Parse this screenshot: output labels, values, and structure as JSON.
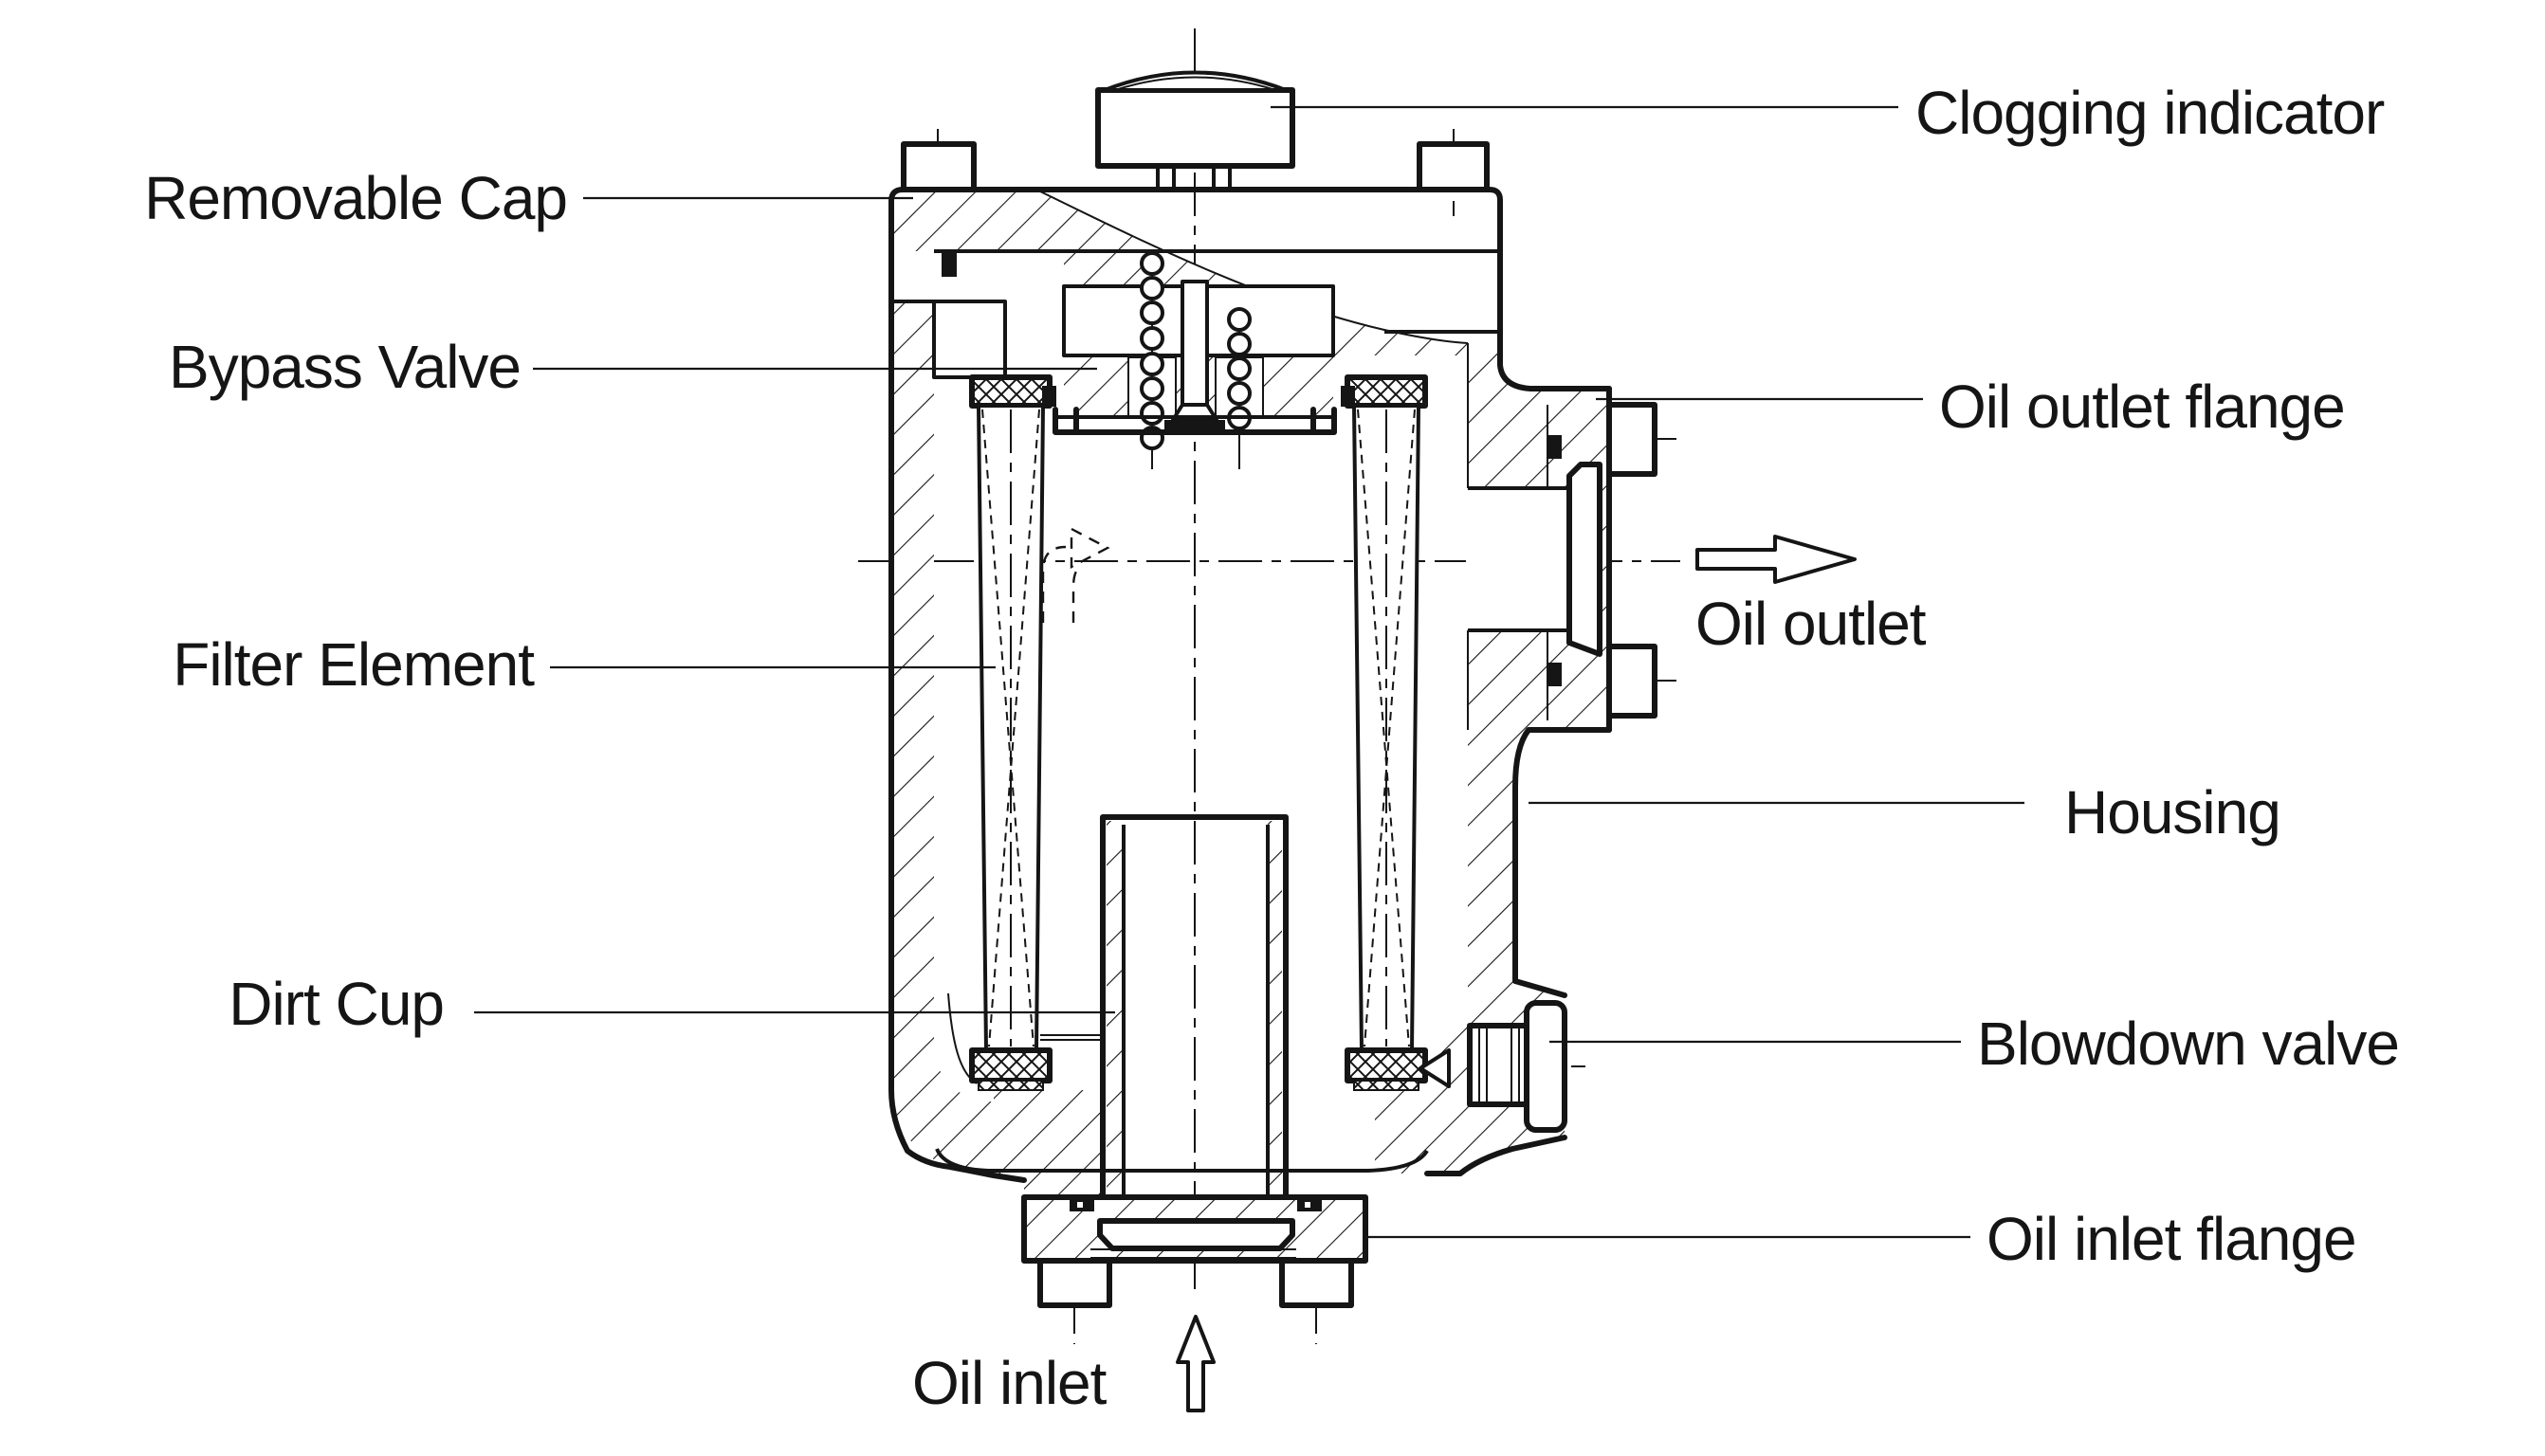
{
  "diagram": {
    "type": "technical-cross-section",
    "subject": "oil filter assembly",
    "colors": {
      "line": "#151515",
      "background": "#ffffff"
    },
    "labels": {
      "removable_cap": "Removable Cap",
      "bypass_valve": "Bypass Valve",
      "filter_element": "Filter Element",
      "dirt_cup": "Dirt Cup",
      "clogging_indicator": "Clogging indicator",
      "oil_outlet_flange": "Oil outlet flange",
      "oil_outlet": "Oil outlet",
      "housing": "Housing",
      "blowdown_valve": "Blowdown valve",
      "oil_inlet_flange": "Oil inlet flange",
      "oil_inlet": "Oil inlet"
    }
  }
}
